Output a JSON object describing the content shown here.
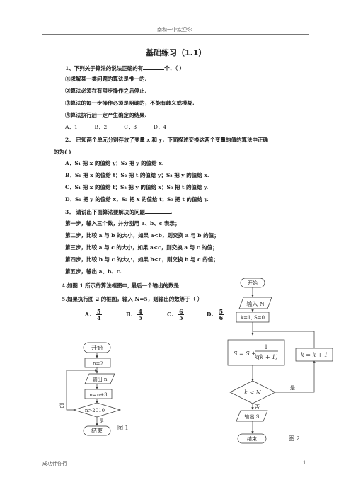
{
  "header": {
    "text": "南和一中欢迎你"
  },
  "title": "基础练习（1.1）",
  "q1": {
    "stem": "1、下列关于算法的说法正确的有",
    "stem_tail": "个．（    ）",
    "s1": "①求解某一类问题的算法是惟一的.",
    "s2": "②算法必须在有限步操作之后停止.",
    "s3": "③算法的每一步操作必须是明确的，不能有歧义或模糊.",
    "s4": "④算法执行后一定产生确定的结果.",
    "options": "A．1          B．2          C．3          D．4"
  },
  "q2": {
    "line1": "2．  已知两个单元分别存放了变量 x 和 y，下面描述交换这两个变量的值的算法中正确",
    "line2": "的为(    )",
    "a": "A．S₁  把 x 的值给 y；S₂  把 y 的值给 x.",
    "b": "B．S₁  把 x 的值给 t；S₂  把 t 的值给 y；S₃  把 y 的值给 x.",
    "c": "C．S₁  把 x 的值给 t；S₂  把 y 的值给 x；S₃  把 t 的值给 y.",
    "d": "D．S₁  把 y 的值给 x，S₂  把 x 的值给 t；S₃  把 t 的值给 y."
  },
  "q3": {
    "stem": "3．  请说出下面算法要解决的问题",
    "stem_tail": ".",
    "step1": "第一步，输入三个数，并分别用 a、b、c 表示；",
    "step2": "第二步，比较 a 与 b 的大小，如果 a<b，则交换 a 与 b 的值；",
    "step3": "第三步，比较 a 与 c 的大小，如果 a<c，则交换 a 与 c 的值；",
    "step4": "第四步，比较 b 与 c 的大小，如果 b<c，则交换 b 与 c 的值；",
    "step5": "第五步，输出 a、b、c."
  },
  "q4": {
    "stem": "4.如图 1 所示的算法框图中, 最后一个输出的数是"
  },
  "q5": {
    "stem": "5.如果执行图 2 的框图，输入 N=5，则输出的数等于（      ）",
    "options": [
      {
        "label": "A．",
        "num": "5",
        "den": "4"
      },
      {
        "label": "B．",
        "num": "4",
        "den": "5"
      },
      {
        "label": "C．",
        "num": "6",
        "den": "5"
      },
      {
        "label": "D．",
        "num": "5",
        "den": "6"
      }
    ]
  },
  "fig1": {
    "start": "开始",
    "init": "n=2",
    "output": "输出 n",
    "update": "n=n+3",
    "cond": "n>2010",
    "yes": "是",
    "no": "否",
    "end": "结束",
    "caption": "图 1"
  },
  "fig2": {
    "start": "开始",
    "input": "输入 N",
    "init": "k=1, S=0",
    "formula_left": "S = S +",
    "formula_num": "1",
    "formula_den": "k(k + 1)",
    "increment": "k = k + 1",
    "cond": "k < N",
    "yes": "是",
    "no": "否",
    "output": "输出 S",
    "end": "结束",
    "caption": "图 2"
  },
  "footer": {
    "left": "成功伴你行",
    "page": "1"
  }
}
